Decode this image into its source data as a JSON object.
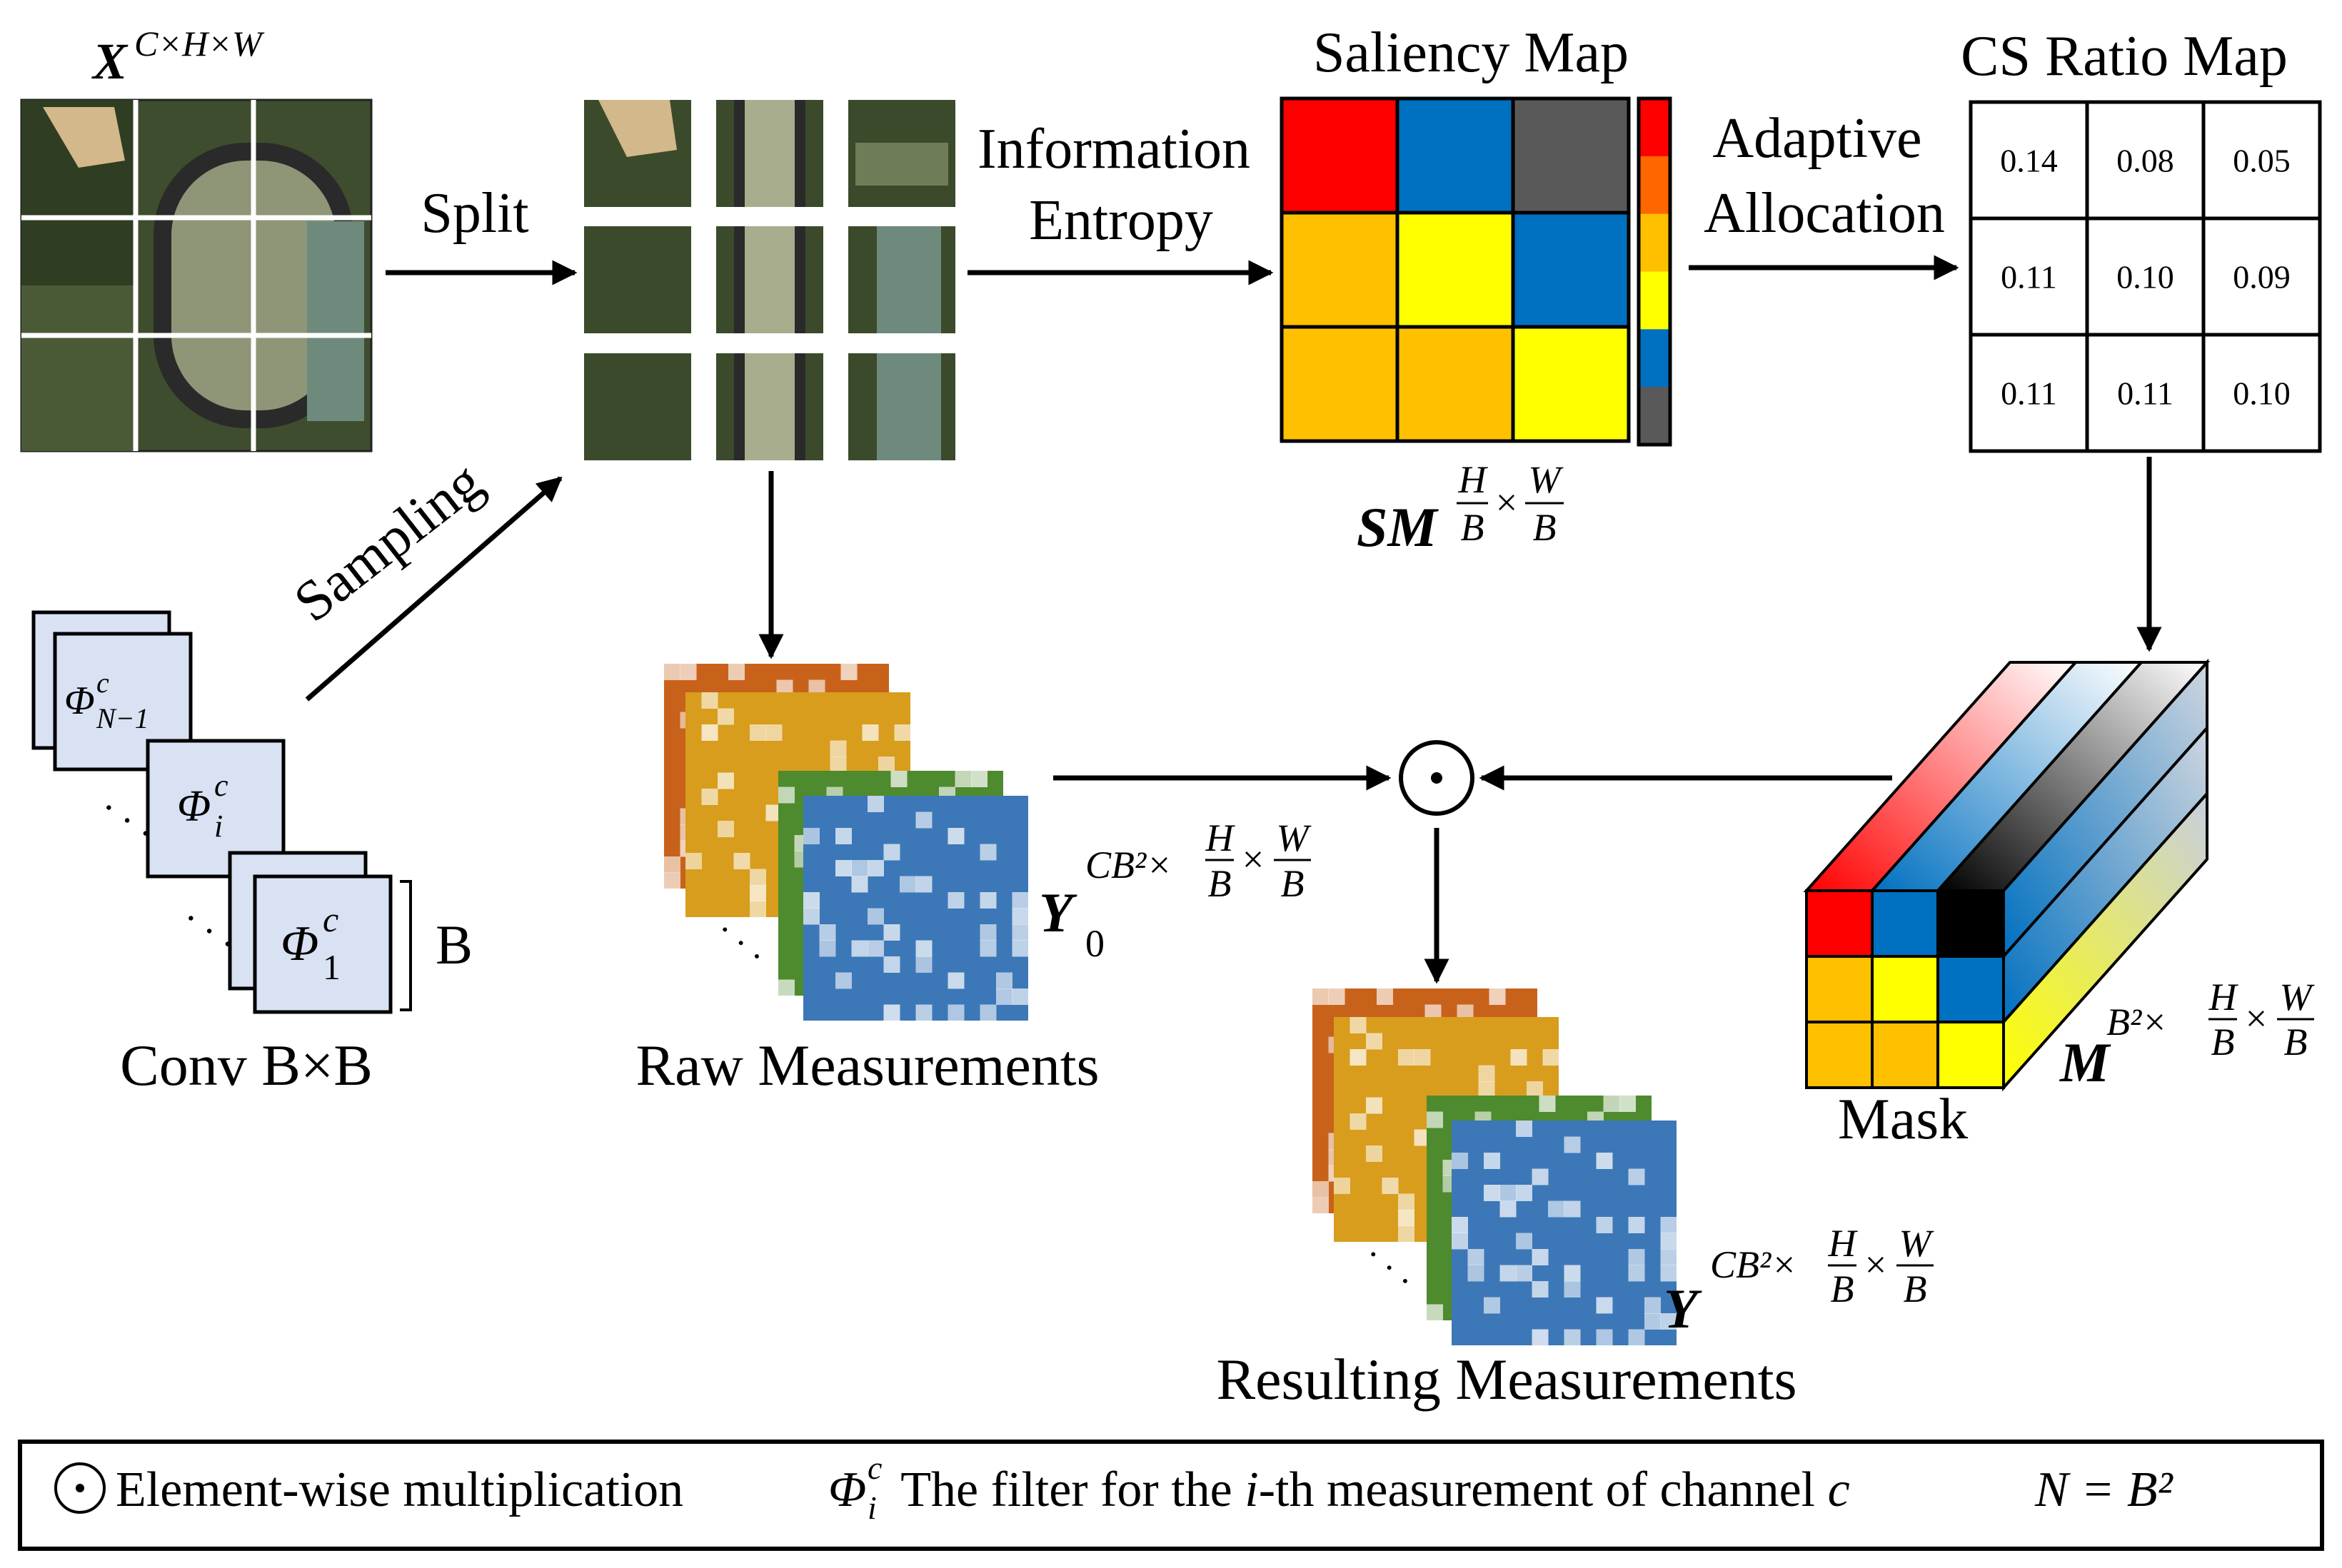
{
  "input": {
    "symbol": "X",
    "superscript": "C×H×W"
  },
  "arrows": {
    "split": "Split",
    "entropy_line1": "Information",
    "entropy_line2": "Entropy",
    "adaptive_line1": "Adaptive",
    "adaptive_line2": "Allocation",
    "sampling": "Sampling"
  },
  "saliency": {
    "title": "Saliency Map",
    "symbol": "SM",
    "cells": [
      "#ff0000",
      "#0070c0",
      "#595959",
      "#ffc000",
      "#ffff00",
      "#0070c0",
      "#ffc000",
      "#ffc000",
      "#ffff00"
    ],
    "colorbar": [
      "#ff0000",
      "#ff6600",
      "#ffc000",
      "#ffff00",
      "#0070c0",
      "#595959"
    ]
  },
  "cs_ratio": {
    "title": "CS Ratio Map",
    "values": [
      "0.14",
      "0.08",
      "0.05",
      "0.11",
      "0.10",
      "0.09",
      "0.11",
      "0.11",
      "0.10"
    ]
  },
  "conv": {
    "label": "Conv B×B",
    "filter_top": "Φ",
    "filter_top_sup": "c",
    "filter_top_sub": "N−1",
    "filter_mid_sub": "i",
    "filter_bot_sub": "1",
    "dots": "·  ·  ·",
    "brace_label": "B"
  },
  "raw": {
    "label": "Raw Measurements",
    "symbol": "Y",
    "sub": "0",
    "sup": "CB²×"
  },
  "result": {
    "label": "Resulting Measurements",
    "symbol": "Y",
    "sup": "CB²×"
  },
  "mask": {
    "label": "Mask",
    "symbol": "M",
    "sup": "B²×"
  },
  "frac": {
    "H": "H",
    "W": "W",
    "B": "B",
    "times": "×"
  },
  "legend": {
    "odot_text": "Element-wise multiplication",
    "phi": "Φ",
    "phi_sup": "c",
    "phi_sub": "i",
    "filter_text_a": " The filter for the ",
    "filter_text_i": "i",
    "filter_text_b": "-th measurement of channel ",
    "filter_text_c": "c",
    "n_eq": "N = B²"
  },
  "colors": {
    "aerial_dark": "#3b4a2a",
    "aerial_mid": "#6f7d57",
    "field": "#a8ad8e",
    "orange": "#c8621b",
    "gold": "#d89d1d",
    "green": "#4e8a2e",
    "blue": "#3c77b8",
    "filter_fill": "#d9e2f3"
  }
}
